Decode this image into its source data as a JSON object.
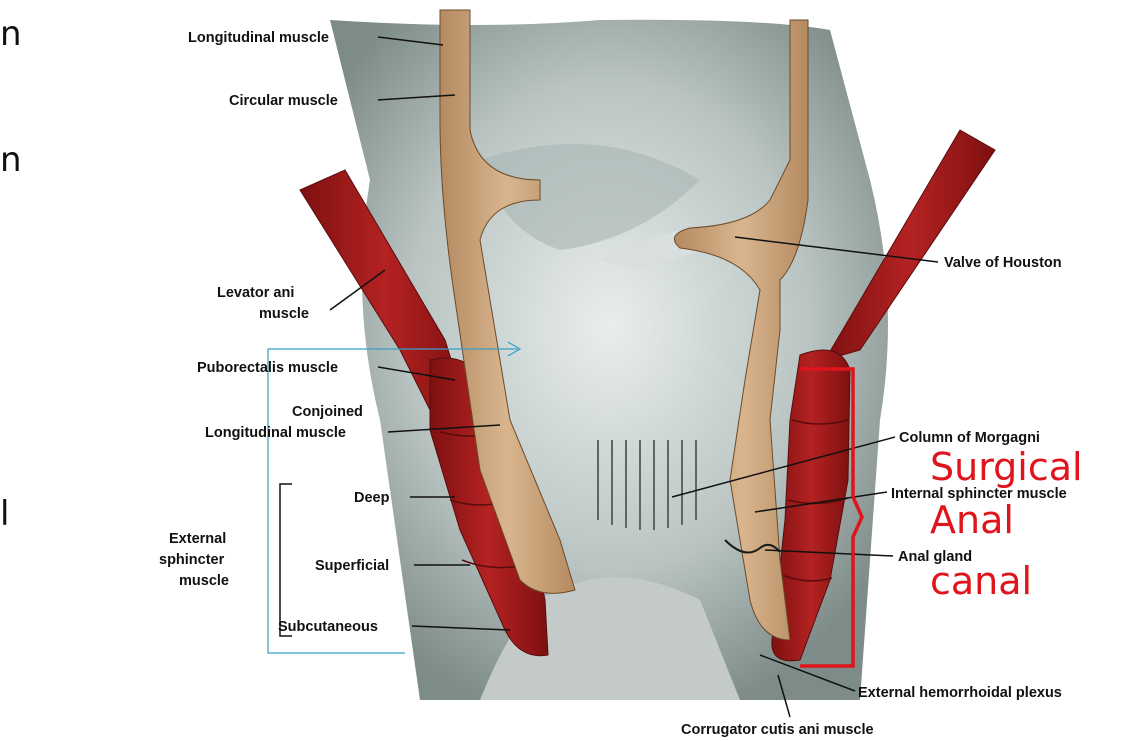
{
  "slide_fragments": [
    "n",
    "n",
    "l"
  ],
  "labels": {
    "longitudinal_muscle": "Longitudinal muscle",
    "circular_muscle": "Circular muscle",
    "levator_ani_1": "Levator ani",
    "levator_ani_2": "muscle",
    "puborectalis": "Puborectalis muscle",
    "conjoined_1": "Conjoined",
    "conjoined_2": "Longitudinal muscle",
    "external_1": "External",
    "external_2": "sphincter",
    "external_3": "muscle",
    "deep": "Deep",
    "superficial": "Superficial",
    "subcutaneous": "Subcutaneous",
    "valve_of_houston": "Valve of Houston",
    "column_of_morgagni": "Column of Morgagni",
    "internal_sphincter": "Internal sphincter muscle",
    "anal_gland": "Anal gland",
    "external_hemorrhoidal": "External hemorrhoidal plexus",
    "corrugator": "Corrugator cutis ani muscle"
  },
  "annotation": {
    "line1": "Surgical",
    "line2": "Anal",
    "line3": "canal"
  },
  "colors": {
    "annotation": "#e0141b",
    "muscle_red": "#a61c1c",
    "muscle_tan": "#c9a27a",
    "mucosa": "#c9d0cf",
    "connector": "#3a9ec6"
  }
}
